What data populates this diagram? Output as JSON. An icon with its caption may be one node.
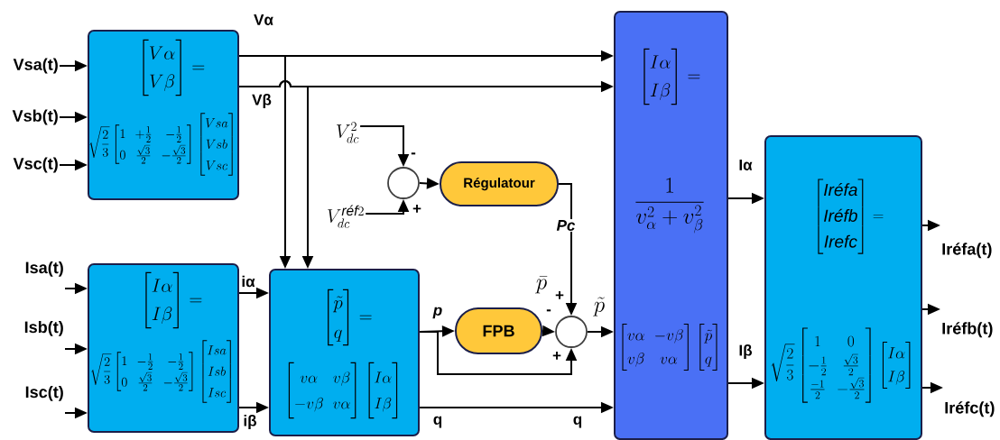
{
  "diagram": {
    "nodes": [
      {
        "text": [
          "\\begin{bmatrix}V\\alpha\\\\ V\\beta\\end{bmatrix}=",
          "\\sqrt{\\frac{2}{3}}\\begin{bmatrix}1 & +\\frac{1}{2} & -\\frac{1}{2}\\\\ 0 & \\frac{\\sqrt{3}}{2} & -\\frac{\\sqrt{3}}{2}\\end{bmatrix}\\begin{bmatrix}Vsa\\\\ Vsb\\\\ Vsc\\end{bmatrix}"
        ]
      },
      {
        "text": [
          "\\begin{bmatrix}I\\alpha\\\\ I\\beta\\end{bmatrix}=",
          "\\sqrt{\\frac{2}{3}}\\begin{bmatrix}1 & -\\frac{1}{2} & -\\frac{1}{2}\\\\ 0 & \\frac{\\sqrt{3}}{2} & -\\frac{\\sqrt{3}}{2}\\end{bmatrix}\\begin{bmatrix}Isa\\\\ Isb\\\\ Isc\\end{bmatrix}"
        ]
      },
      {
        "text": [
          "\\begin{bmatrix}\\tilde{p}\\\\ q\\end{bmatrix}=",
          "\\begin{bmatrix}v\\alpha & v\\beta\\\\ -v\\beta & v\\alpha\\end{bmatrix}\\begin{bmatrix}I\\alpha\\\\ I\\beta\\end{bmatrix}"
        ]
      },
      {
        "text": [],
        "shape": "circle"
      },
      {
        "text": [
          "Régulatour"
        ]
      },
      {
        "text": [
          "FPB"
        ]
      },
      {
        "text": [],
        "shape": "circle"
      },
      {
        "text": [
          "\\begin{bmatrix}I\\alpha\\\\ I\\beta\\end{bmatrix}=",
          "\\frac{1}{v_{\\alpha}^{2}+v_{\\beta}^{2}}",
          "\\begin{bmatrix}v\\alpha & -v\\beta\\\\ v\\beta & v\\alpha\\end{bmatrix}\\begin{bmatrix}\\tilde{p}\\\\ q\\end{bmatrix}"
        ]
      },
      {
        "text": [
          "\\begin{bmatrix}\\textit{Iréfa}\\\\ \\textit{Iréfb}\\\\ \\textit{Irefc}\\end{bmatrix}=",
          "\\sqrt{\\frac{2}{3}}\\begin{bmatrix}1 & 0\\\\ -\\frac{1}{2} & \\frac{\\sqrt{3}}{2}\\\\ \\frac{-1}{2} & -\\frac{\\sqrt{3}}{2}\\end{bmatrix}\\begin{bmatrix}I\\alpha\\\\ I\\beta\\end{bmatrix}"
        ]
      },
      {
        "text": [
          "Vsa(t)"
        ]
      },
      {
        "text": [
          "Vsb(t)"
        ]
      },
      {
        "text": [
          "Vsc(t)"
        ]
      },
      {
        "text": [
          "Isa(t)"
        ]
      },
      {
        "text": [
          "Isb(t)"
        ]
      },
      {
        "text": [
          "Isc(t)"
        ]
      },
      {
        "text": [
          "V_{dc}^{2}"
        ]
      },
      {
        "text": [
          "V_{dc}^{\\textit{réf}2}"
        ]
      },
      {
        "text": [
          "Iréfa(t)"
        ]
      },
      {
        "text": [
          "Iréfb(t)"
        ]
      },
      {
        "text": [
          "Iréfc(t)"
        ]
      }
    ],
    "edges": [
      {
        "from": 9,
        "to": 0,
        "arrow": "to"
      },
      {
        "from": 10,
        "to": 0,
        "arrow": "to"
      },
      {
        "from": 11,
        "to": 0,
        "arrow": "to"
      },
      {
        "from": 12,
        "to": 1,
        "arrow": "to"
      },
      {
        "from": 13,
        "to": 1,
        "arrow": "to"
      },
      {
        "from": 14,
        "to": 1,
        "arrow": "to"
      },
      {
        "from": 0,
        "to": 7,
        "arrow": "to",
        "label": "Vα"
      },
      {
        "from": 0,
        "to": 7,
        "arrow": "to",
        "label": "Vβ"
      },
      {
        "from": 0,
        "to": 2,
        "arrow": "to"
      },
      {
        "from": 0,
        "to": 2,
        "arrow": "to"
      },
      {
        "from": 1,
        "to": 2,
        "arrow": "to",
        "label": "iα"
      },
      {
        "from": 1,
        "to": 2,
        "arrow": "to",
        "label": "iβ"
      },
      {
        "from": 15,
        "to": 3,
        "arrow": "to"
      },
      {
        "from": 16,
        "to": 3,
        "arrow": "to"
      },
      {
        "from": 3,
        "to": 4,
        "arrow": "to"
      },
      {
        "from": 4,
        "to": 6,
        "arrow": "to",
        "label": "Pc"
      },
      {
        "from": 2,
        "to": 5,
        "arrow": "to",
        "label": "p"
      },
      {
        "from": 5,
        "to": 6,
        "arrow": "to",
        "label": "\\bar{p}"
      },
      {
        "from": 2,
        "to": 6,
        "arrow": "to"
      },
      {
        "from": 6,
        "to": 7,
        "arrow": "to",
        "label": "\\tilde{p}"
      },
      {
        "from": 2,
        "to": 7,
        "arrow": "to",
        "label": "q"
      },
      {
        "from": 7,
        "to": 8,
        "arrow": "to",
        "label": "Iα"
      },
      {
        "from": 7,
        "to": 8,
        "arrow": "to",
        "label": "Iβ"
      },
      {
        "from": 8,
        "to": 17,
        "arrow": "to"
      },
      {
        "from": 8,
        "to": 18,
        "arrow": "to"
      },
      {
        "from": 8,
        "to": 19,
        "arrow": "to"
      }
    ],
    "labels": [
      "-",
      "+",
      "+",
      "-",
      "+",
      "q"
    ]
  }
}
